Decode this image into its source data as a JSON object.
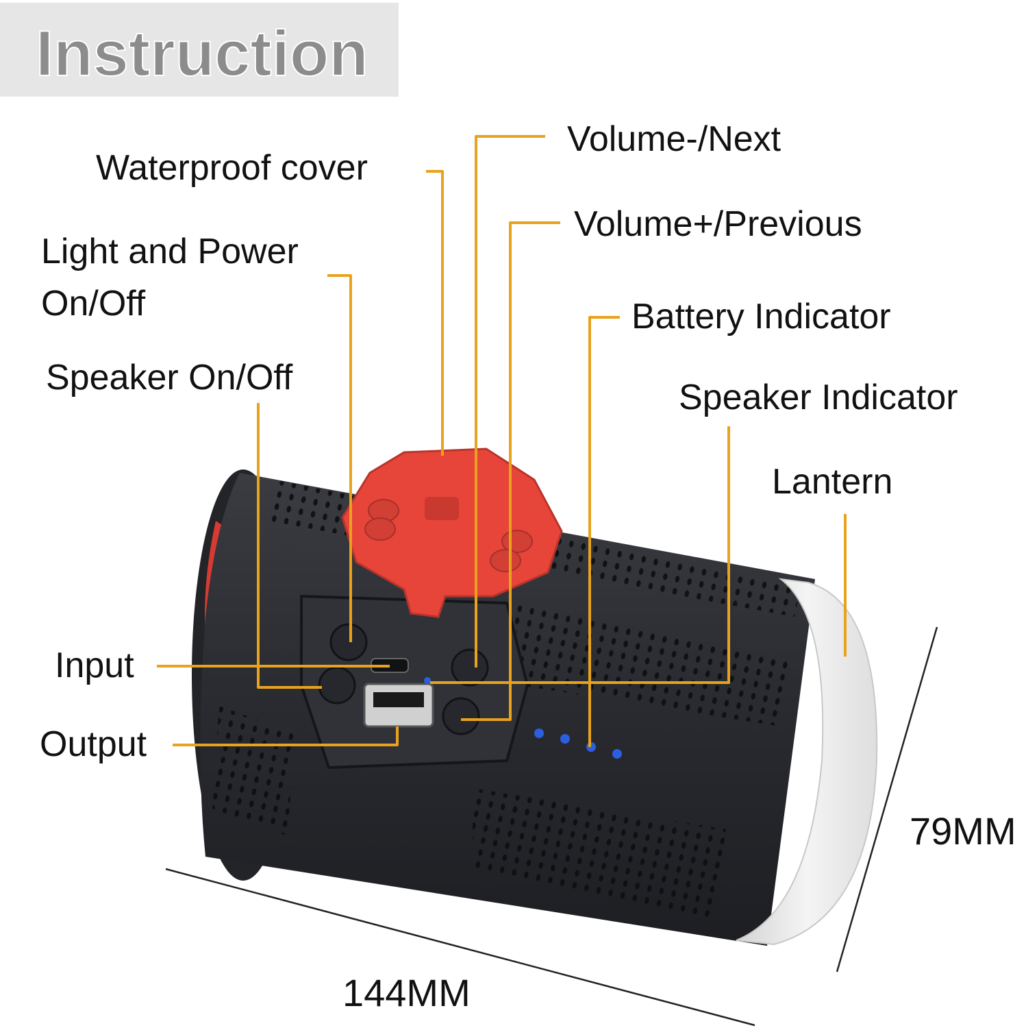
{
  "title": "Instruction",
  "labels": {
    "waterproof_cover": "Waterproof cover",
    "light_power_line1": "Light and Power",
    "light_power_line2": "On/Off",
    "speaker_onoff": "Speaker On/Off",
    "input": "Input",
    "output": "Output",
    "volume_minus_next": "Volume-/Next",
    "volume_plus_previous": "Volume+/Previous",
    "battery_indicator": "Battery Indicator",
    "speaker_indicator": "Speaker Indicator",
    "lantern": "Lantern"
  },
  "dimensions": {
    "length": "144MM",
    "diameter": "79MM"
  },
  "colors": {
    "leader_line": "#e8a21c",
    "cover": "#e8453a",
    "body": "#2a2c31",
    "lantern": "#eeeeee",
    "indicator_led": "#2b5fe0",
    "title_banner": "#e6e6e6"
  }
}
